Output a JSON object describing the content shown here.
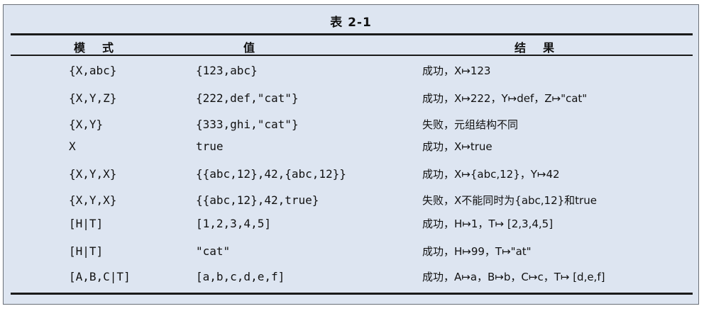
{
  "table": {
    "caption": "表 2-1",
    "headers": {
      "pattern": "模式",
      "value": "值",
      "result": "结果"
    },
    "rows": [
      {
        "pattern": "{X,abc}",
        "value": "{123,abc}",
        "result": "成功，X↦123"
      },
      {
        "pattern": "{X,Y,Z}",
        "value": "{222,def,\"cat\"}",
        "result": "成功，X↦222，Y↦def，Z↦\"cat\""
      },
      {
        "pattern": "{X,Y}",
        "value": "{333,ghi,\"cat\"}",
        "result": "失败，元组结构不同"
      },
      {
        "pattern": "X",
        "value": "true",
        "result": "成功，X↦true"
      },
      {
        "pattern": "{X,Y,X}",
        "value": "{{abc,12},42,{abc,12}}",
        "result": "成功，X↦{abc,12}，Y↦42"
      },
      {
        "pattern": "{X,Y,X}",
        "value": "{{abc,12},42,true}",
        "result": "失败，X不能同时为{abc,12}和true"
      },
      {
        "pattern": "[H|T]",
        "value": "[1,2,3,4,5]",
        "result": "成功，H↦1，T↦ [2,3,4,5]"
      },
      {
        "pattern": "[H|T]",
        "value": "\"cat\"",
        "result": "成功，H↦99，T↦\"at\""
      },
      {
        "pattern": "[A,B,C|T]",
        "value": "[a,b,c,d,e,f]",
        "result": "成功，A↦a，B↦b，C↦c，T↦ [d,e,f]"
      }
    ]
  }
}
